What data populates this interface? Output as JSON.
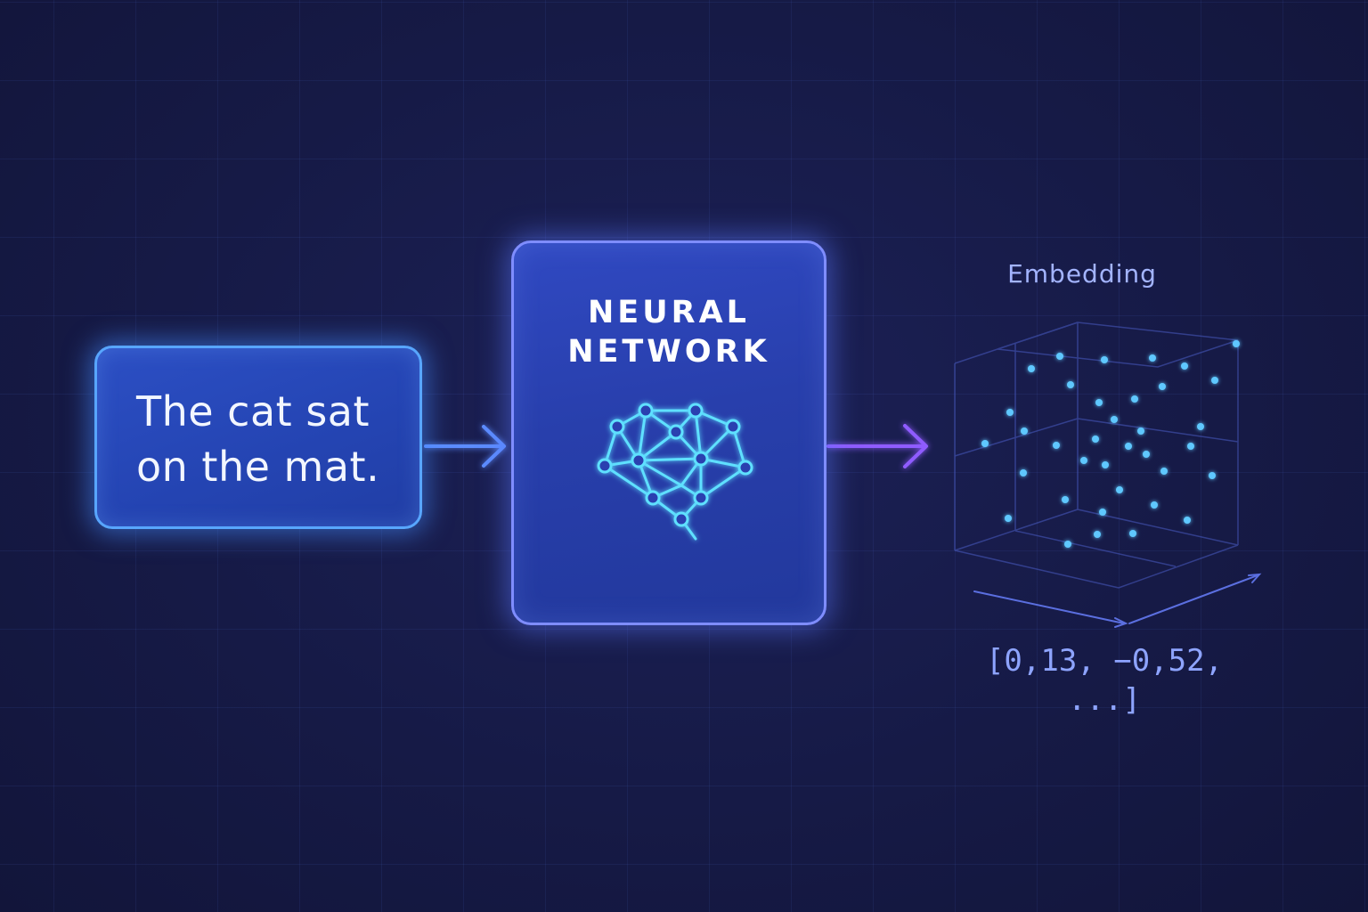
{
  "input": {
    "lines": [
      "The cat sat",
      "on the mat."
    ]
  },
  "network": {
    "title_lines": [
      "NEURAL",
      "NETWORK"
    ],
    "icon": "brain-network-icon"
  },
  "embedding": {
    "label": "Embedding",
    "vector_text": "[0,13, −0,52, ...]"
  },
  "colors": {
    "background": "#161a44",
    "input_border": "#58a6ff",
    "network_border": "#7f8dff",
    "arrow_input": "#5b8cff",
    "arrow_output": "#8f5cff",
    "point": "#5ec8ff",
    "label": "#a3b4ff"
  }
}
